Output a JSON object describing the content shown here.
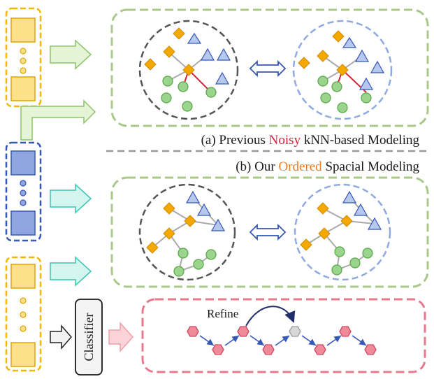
{
  "captions": {
    "a_prefix": "(a) Previous ",
    "a_highlight": "Noisy",
    "a_suffix": " kNN-based Modeling",
    "b_prefix": "(b) Our ",
    "b_highlight": "Ordered",
    "b_suffix": " Spacial Modeling"
  },
  "labels": {
    "classifier": "Classifier",
    "refine": "Refine"
  },
  "colors": {
    "yellow_stroke": "#f2b705",
    "yellow_fill": "#fde08a",
    "blue_stroke": "#3557b5",
    "blue_fill": "#8fa6e0",
    "green_panel": "#a8c98a",
    "pink_panel": "#e8788c",
    "noisy_red": "#d6243b",
    "ordered_orange": "#ee7d22",
    "diamond": "#f5a800",
    "triangle": "#b6c8ee",
    "circle": "#9bd48c",
    "hexagon": "#f08a9a",
    "hex_refined": "#d8d8d8"
  }
}
